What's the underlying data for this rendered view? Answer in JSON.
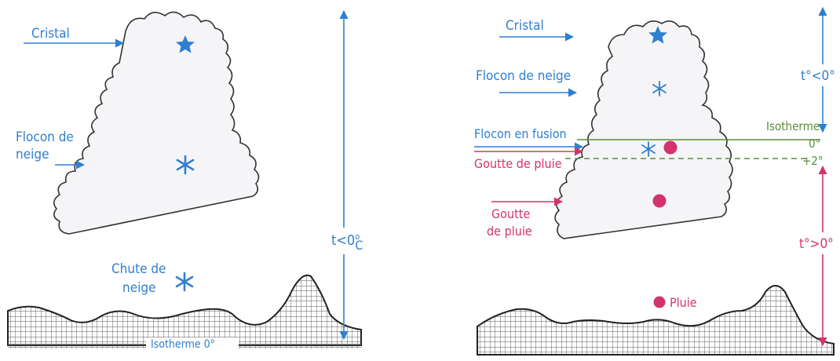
{
  "left_diagram": {
    "labels": {
      "crystal": "Cristal",
      "snowflake_line1": "Flocon de",
      "snowflake_line2": "neige",
      "snowfall_line1": "Chute de",
      "snowfall_line2": "neige",
      "isotherm": "Isotherme 0°",
      "temp_main": "t<0",
      "temp_sup": "o",
      "temp_sub": "C"
    }
  },
  "right_diagram": {
    "labels": {
      "crystal": "Cristal",
      "snowflake": "Flocon de neige",
      "melting_flake": "Flocon en fusion",
      "raindrop_upper": "Goutte de pluie",
      "raindrop_lower_line1": "Goutte",
      "raindrop_lower_line2": "de pluie",
      "rain": "Pluie",
      "isotherm": "Isotherme",
      "zero": "0°",
      "plus_two": "+2°",
      "temp_top": "t°<0°",
      "temp_bottom": "t°>0°"
    }
  },
  "colors": {
    "blue": "#2f7fd0",
    "pink": "#d4336e",
    "green": "#5b8d3a",
    "dark": "#333333",
    "cloud_fill": "#f5f5f7",
    "grid": "#444444"
  },
  "icons": {
    "crystal": "star-icon",
    "snowflake": "asterisk-icon",
    "raindrop": "dot-icon"
  }
}
